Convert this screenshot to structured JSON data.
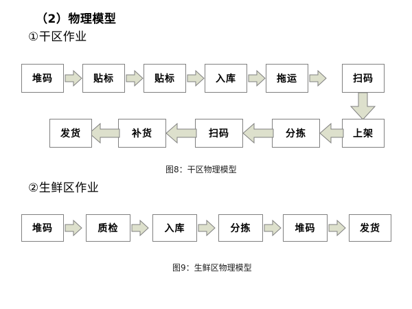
{
  "document": {
    "section_heading": "（2）物理模型",
    "subsection_dry": "①干区作业",
    "subsection_fresh": "②生鲜区作业",
    "caption_dry": "图8：干区物理模型",
    "caption_fresh": "图9：生鲜区物理模型"
  },
  "colors": {
    "arrow_fill": "#dde0cc",
    "arrow_stroke": "#7f7f7f",
    "box_fill": "#ffffff",
    "box_stroke": "#7f7f7f",
    "text": "#000000"
  },
  "chart_data": {
    "type": "diagram",
    "title": "物理模型",
    "diagrams": [
      {
        "id": "dry-area-physical-model",
        "title": "①干区作业",
        "caption": "图8：干区物理模型",
        "flow_type": "serpentine",
        "rows": [
          {
            "direction": "left-to-right",
            "nodes": [
              "堆码",
              "贴标",
              "贴标",
              "入库",
              "拖运",
              "扫码"
            ]
          },
          {
            "direction": "right-to-left",
            "nodes": [
              "上架",
              "分拣",
              "扫码",
              "补货",
              "发货"
            ]
          }
        ],
        "connector_down": {
          "from": "扫码",
          "to": "上架",
          "direction": "down"
        },
        "sequence": [
          "堆码",
          "贴标",
          "贴标",
          "入库",
          "拖运",
          "扫码",
          "上架",
          "分拣",
          "扫码",
          "补货",
          "发货"
        ]
      },
      {
        "id": "fresh-area-physical-model",
        "title": "②生鲜区作业",
        "caption": "图9：生鲜区物理模型",
        "flow_type": "linear",
        "rows": [
          {
            "direction": "left-to-right",
            "nodes": [
              "堆码",
              "质检",
              "入库",
              "分拣",
              "堆码",
              "发货"
            ]
          }
        ],
        "sequence": [
          "堆码",
          "质检",
          "入库",
          "分拣",
          "堆码",
          "发货"
        ]
      }
    ]
  }
}
